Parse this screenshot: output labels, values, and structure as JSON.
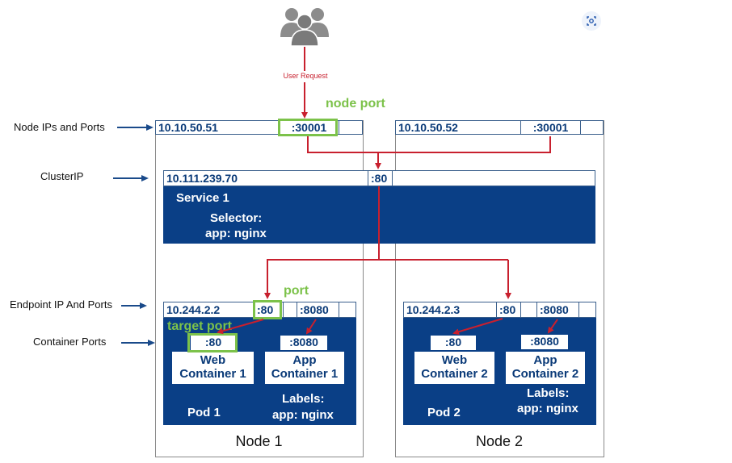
{
  "user": {
    "label": "User Request"
  },
  "side_labels": {
    "node_ips": "Node IPs and Ports",
    "cluster_ip": "ClusterIP",
    "endpoint": "Endpoint IP And Ports",
    "container_ports": "Container Ports"
  },
  "annotations": {
    "node_port": "node port",
    "port": "port",
    "target_port": "target port"
  },
  "node1": {
    "ip": "10.10.50.51",
    "port": ":30001",
    "title": "Node 1",
    "pod": {
      "ip": "10.244.2.2",
      "port1": ":80",
      "port2": ":8080",
      "name": "Pod 1",
      "web": {
        "port": ":80",
        "line1": "Web",
        "line2": "Container 1"
      },
      "app": {
        "port": ":8080",
        "line1": "App",
        "line2": "Container 1"
      },
      "labels_title": "Labels:",
      "labels_value": "app: nginx"
    }
  },
  "node2": {
    "ip": "10.10.50.52",
    "port": ":30001",
    "title": "Node 2",
    "pod": {
      "ip": "10.244.2.3",
      "port1": ":80",
      "port2": ":8080",
      "name": "Pod 2",
      "web": {
        "port": ":80",
        "line1": "Web",
        "line2": "Container 2"
      },
      "app": {
        "port": ":8080",
        "line1": "App",
        "line2": "Container 2"
      },
      "labels_title": "Labels:",
      "labels_value": "app: nginx"
    }
  },
  "service": {
    "ip": "10.111.239.70",
    "port": ":80",
    "name": "Service 1",
    "selector_title": "Selector:",
    "selector_value": "app: nginx"
  },
  "colors": {
    "arrow": "#c8202e",
    "panel": "#0a3f86",
    "green": "#7cc24a",
    "text_blue": "#0a3a78",
    "side_arrow": "#1a4a8a"
  },
  "icons": {
    "users": "users-group-icon",
    "scan": "scan-icon"
  }
}
